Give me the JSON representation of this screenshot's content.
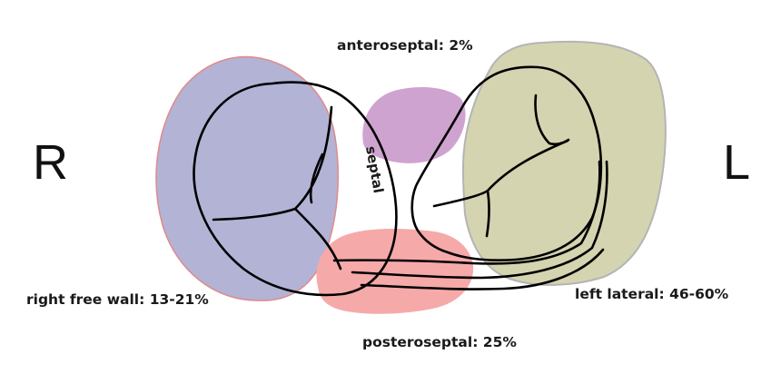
{
  "side_labels": {
    "right": "R",
    "left": "L"
  },
  "septal_label": "septal",
  "regions": {
    "anteroseptal": {
      "label": "anteroseptal: 2%",
      "color": "#cfa3cf"
    },
    "right_free_wall": {
      "label": "right free wall: 13-21%",
      "color": "#b3b3d6",
      "border_color": "#e08a8a"
    },
    "posteroseptal": {
      "label": "posteroseptal: 25%",
      "color": "#f6a9a9"
    },
    "left_lateral": {
      "label": "left lateral: 46-60%",
      "color": "#d5d4b0",
      "border_color": "#b4b4b4"
    }
  },
  "outline_color": "#000000"
}
